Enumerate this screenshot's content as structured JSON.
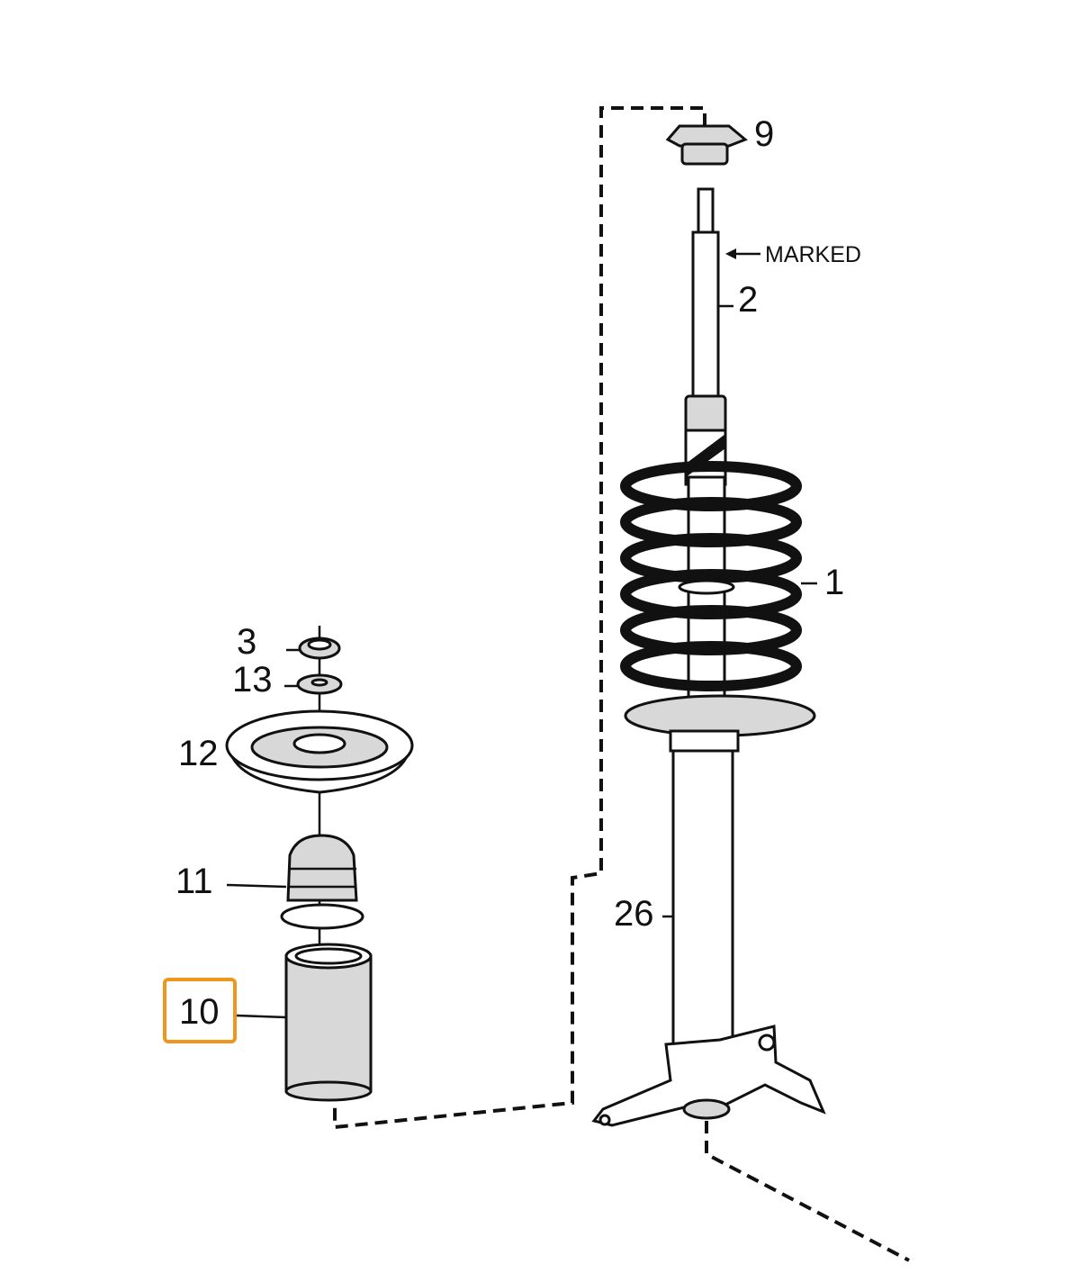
{
  "diagram": {
    "callouts": {
      "part_9": "9",
      "marked": "MARKED",
      "part_2": "2",
      "part_1": "1",
      "part_26": "26",
      "part_3": "3",
      "part_13": "13",
      "part_12": "12",
      "part_11": "11",
      "part_10": "10"
    },
    "highlighted_part": "10",
    "highlight_color": "#f0961e"
  }
}
